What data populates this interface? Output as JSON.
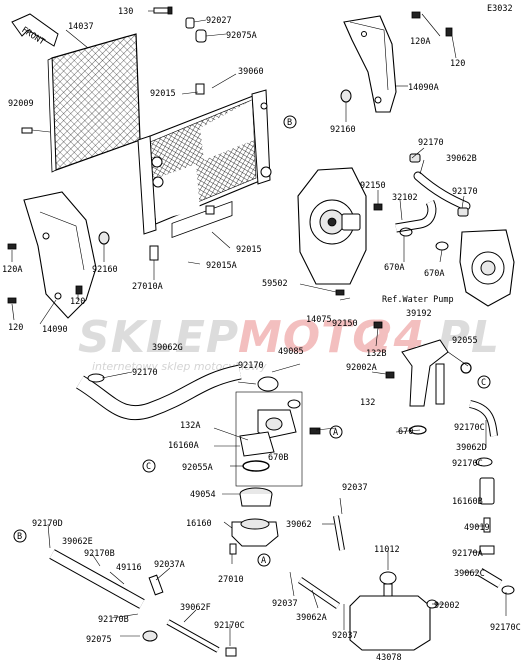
{
  "diagram": {
    "code": "E3032",
    "front_label": "FRONT",
    "ref_label": "Ref.Water Pump",
    "watermark": {
      "brand_a": "SKLEP",
      "brand_b": "MOTO",
      "brand_c": "24",
      "brand_d": ".PL",
      "subtitle": "internetowy sklep motocyklowy"
    },
    "callout_letters": {
      "a": "A",
      "b": "B",
      "c": "C"
    },
    "parts": {
      "p130": "130",
      "p92027": "92027",
      "p92075A": "92075A",
      "p14037": "14037",
      "p39060": "39060",
      "p92015_top": "92015",
      "p92009": "92009",
      "p120A_top": "120A",
      "p120_top": "120",
      "p14090A": "14090A",
      "p92160_right": "92160",
      "p92170_a": "92170",
      "p39062B": "39062B",
      "p92150_top": "92150",
      "p32102": "32102",
      "p92170_b": "92170",
      "p670A_1": "670A",
      "p670A_2": "670A",
      "p92015_mid": "92015",
      "p92015A": "92015A",
      "p27010A": "27010A",
      "p92160_left": "92160",
      "p120A_left": "120A",
      "p120_left1": "120",
      "p120_left2": "120",
      "p14090": "14090",
      "p59502": "59502",
      "p14075": "14075",
      "p92150_mid": "92150",
      "p39192": "39192",
      "p132B": "132B",
      "p92055": "92055",
      "p92002A": "92002A",
      "p39062G": "39062G",
      "p92170_c": "92170",
      "p49085": "49085",
      "p92170_d": "92170",
      "p132": "132",
      "p132A": "132A",
      "p16160A": "16160A",
      "p670B": "670B",
      "p670": "670",
      "p92170C_1": "92170C",
      "p39062D": "39062D",
      "p92170C_2": "92170C",
      "p92055A": "92055A",
      "p49054": "49054",
      "p16160": "16160",
      "p27010": "27010",
      "p92037_top": "92037",
      "p39062": "39062",
      "p16160B": "16160B",
      "p49019": "49019",
      "p92170A": "92170A",
      "p11012": "11012",
      "p92170D": "92170D",
      "p39062E": "39062E",
      "p92170B_1": "92170B",
      "p49116": "49116",
      "p92037A": "92037A",
      "p92037_b1": "92037",
      "p39062A": "39062A",
      "p92037_b2": "92037",
      "p39062C": "39062C",
      "p92002": "92002",
      "p92170B_2": "92170B",
      "p39062F": "39062F",
      "p92075": "92075",
      "p92170C_3": "92170C",
      "p92170C_4": "92170C",
      "p43078": "43078"
    }
  }
}
